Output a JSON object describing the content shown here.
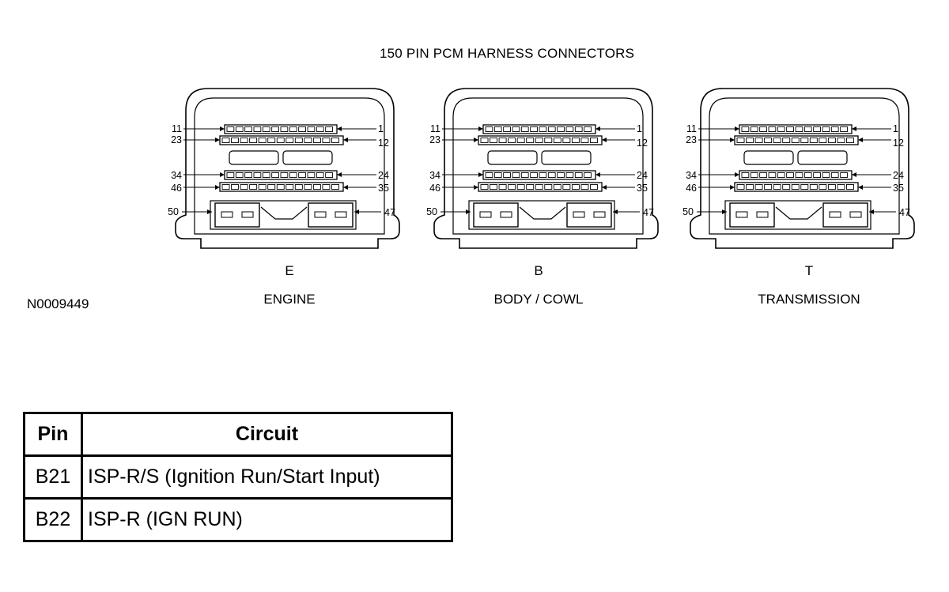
{
  "diagram": {
    "title": "150 PIN PCM HARNESS CONNECTORS",
    "figure_id": "N0009449",
    "pin_labels": {
      "row1_left": "11",
      "row1_right": "1",
      "row2_left": "23",
      "row2_right": "12",
      "row3_left": "34",
      "row3_right": "24",
      "row4_left": "46",
      "row4_right": "35",
      "row5_left": "50",
      "row5_right": "47"
    },
    "connectors": [
      {
        "letter": "E",
        "name": "ENGINE"
      },
      {
        "letter": "B",
        "name": "BODY / COWL"
      },
      {
        "letter": "T",
        "name": "TRANSMISSION"
      }
    ]
  },
  "table": {
    "headers": {
      "pin": "Pin",
      "circuit": "Circuit"
    },
    "rows": [
      {
        "pin": "B21",
        "circuit": "ISP-R/S (Ignition Run/Start Input)"
      },
      {
        "pin": "B22",
        "circuit": "ISP-R (IGN RUN)"
      }
    ]
  }
}
